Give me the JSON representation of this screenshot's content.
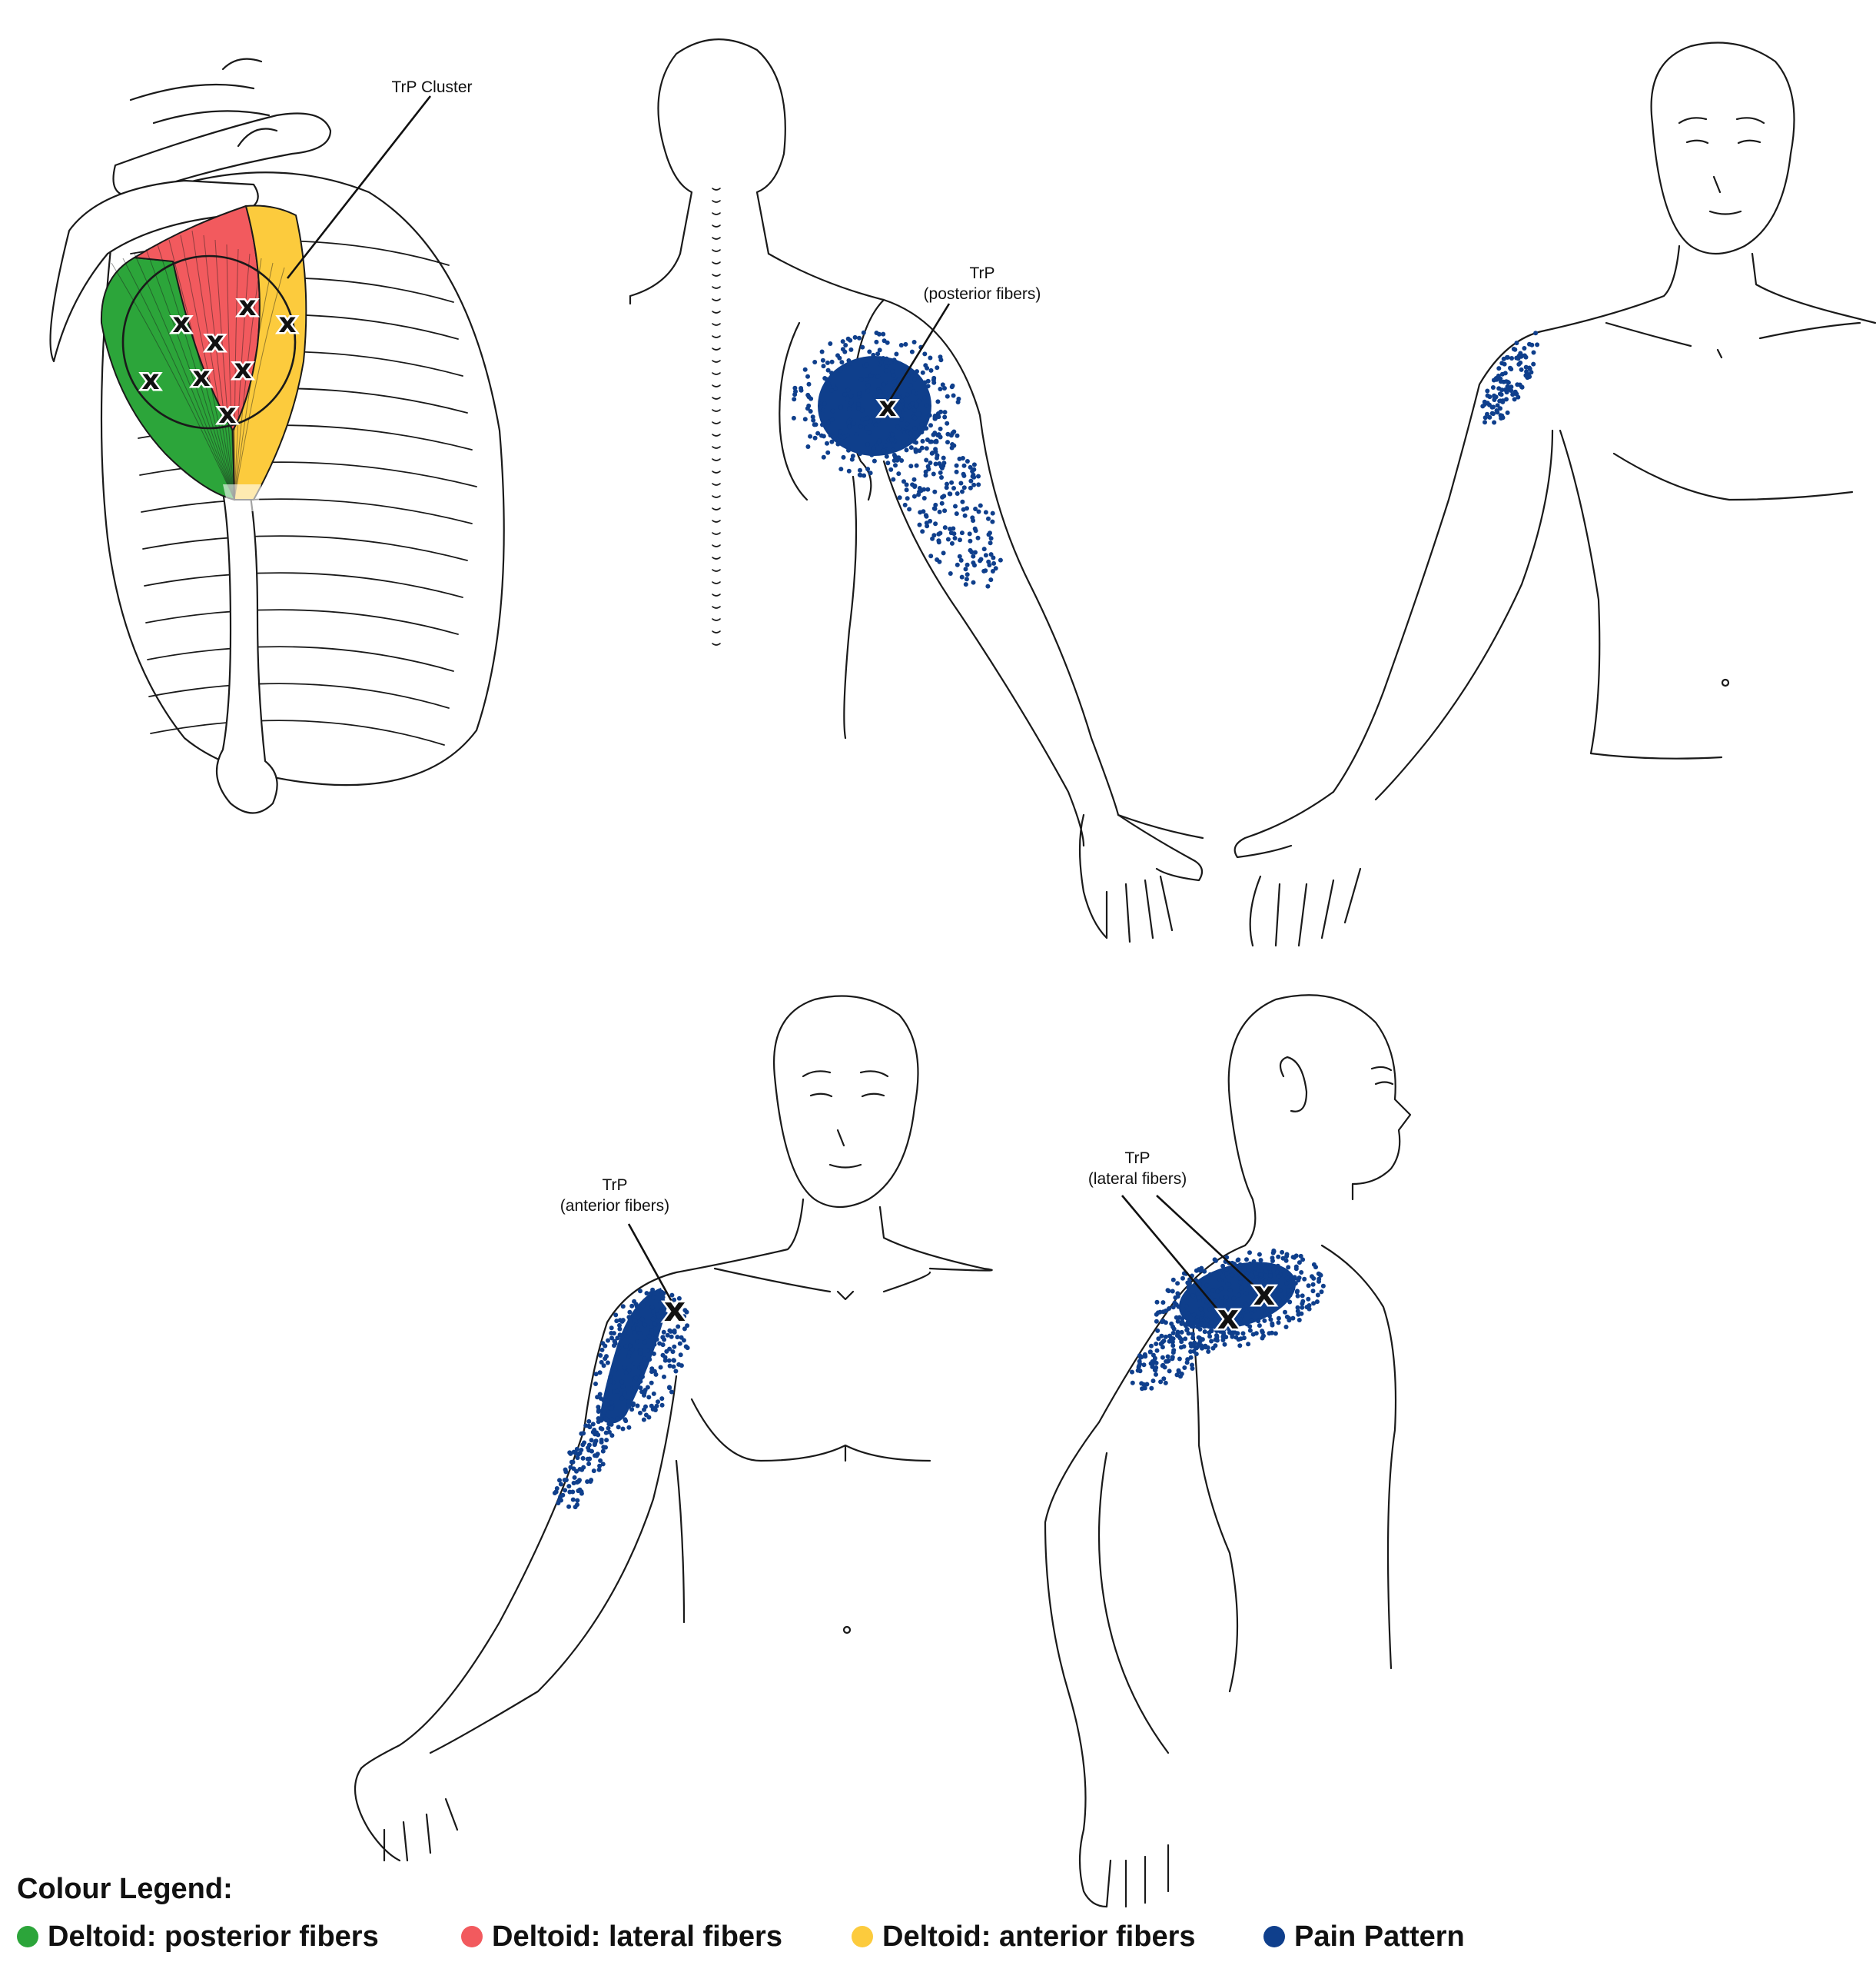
{
  "labels": {
    "trp_cluster": "TrP Cluster",
    "trp": "TrP",
    "posterior": "(posterior fibers)",
    "anterior": "(anterior fibers)",
    "lateral": "(lateral fibers)"
  },
  "marker_glyph": "x",
  "legend": {
    "title": "Colour Legend:",
    "items": [
      {
        "label": "Deltoid: posterior fibers",
        "color": "#2ca53a"
      },
      {
        "label": "Deltoid: lateral fibers",
        "color": "#f25a5e"
      },
      {
        "label": "Deltoid: anterior fibers",
        "color": "#fccb3d"
      },
      {
        "label": "Pain Pattern",
        "color": "#0f3f8c"
      }
    ]
  }
}
